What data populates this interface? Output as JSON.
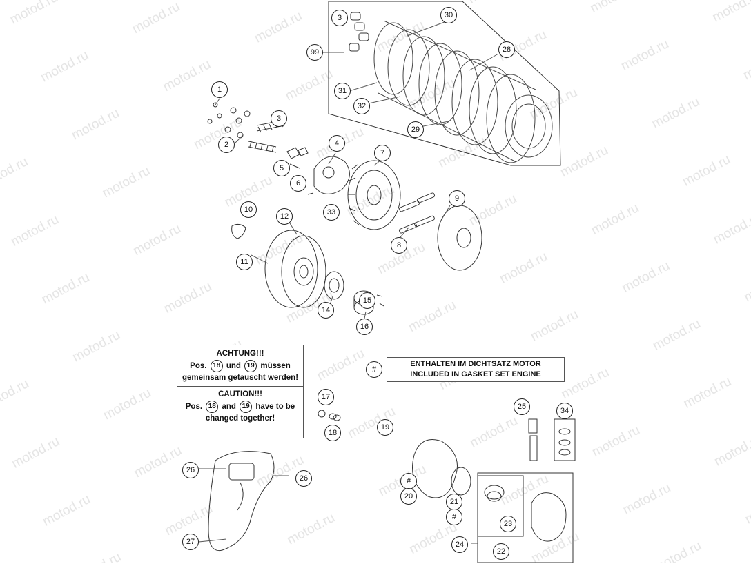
{
  "watermark": "motod.ru",
  "callouts": [
    {
      "id": "c99",
      "label": "99"
    },
    {
      "id": "c3a",
      "label": "3"
    },
    {
      "id": "c30",
      "label": "30"
    },
    {
      "id": "c28",
      "label": "28"
    },
    {
      "id": "c31",
      "label": "31"
    },
    {
      "id": "c32",
      "label": "32"
    },
    {
      "id": "c29",
      "label": "29"
    },
    {
      "id": "c1",
      "label": "1"
    },
    {
      "id": "c2",
      "label": "2"
    },
    {
      "id": "c3b",
      "label": "3"
    },
    {
      "id": "c4",
      "label": "4"
    },
    {
      "id": "c5",
      "label": "5"
    },
    {
      "id": "c6",
      "label": "6"
    },
    {
      "id": "c7",
      "label": "7"
    },
    {
      "id": "c33",
      "label": "33"
    },
    {
      "id": "c9",
      "label": "9"
    },
    {
      "id": "c8",
      "label": "8"
    },
    {
      "id": "c10",
      "label": "10"
    },
    {
      "id": "c12",
      "label": "12"
    },
    {
      "id": "c11",
      "label": "11"
    },
    {
      "id": "c15",
      "label": "15"
    },
    {
      "id": "c14",
      "label": "14"
    },
    {
      "id": "c16",
      "label": "16"
    },
    {
      "id": "c17",
      "label": "17"
    },
    {
      "id": "c18",
      "label": "18"
    },
    {
      "id": "c19",
      "label": "19"
    },
    {
      "id": "c25",
      "label": "25"
    },
    {
      "id": "c34",
      "label": "34"
    },
    {
      "id": "chash1",
      "label": "#"
    },
    {
      "id": "c20",
      "label": "20"
    },
    {
      "id": "c21",
      "label": "21"
    },
    {
      "id": "chash2",
      "label": "#"
    },
    {
      "id": "c23",
      "label": "23"
    },
    {
      "id": "c24",
      "label": "24"
    },
    {
      "id": "c22",
      "label": "22"
    },
    {
      "id": "c26a",
      "label": "26"
    },
    {
      "id": "c26b",
      "label": "26"
    },
    {
      "id": "c27",
      "label": "27"
    },
    {
      "id": "chash3",
      "label": "#"
    }
  ],
  "caution_box": {
    "achtung_title": "ACHTUNG!!!",
    "achtung_pos": "Pos.",
    "achtung_ref1": "18",
    "achtung_und": "und",
    "achtung_ref2": "19",
    "achtung_rest": "müssen",
    "achtung_line2": "gemeinsam getauscht werden!",
    "caution_title": "CAUTION!!!",
    "caution_pos": "Pos.",
    "caution_ref1": "18",
    "caution_and": "and",
    "caution_ref2": "19",
    "caution_rest": "have to be",
    "caution_line2": "changed together!"
  },
  "gasket_box": {
    "line1": "ENTHALTEN IM DICHTSATZ MOTOR",
    "line2": "INCLUDED IN GASKET SET ENGINE"
  }
}
